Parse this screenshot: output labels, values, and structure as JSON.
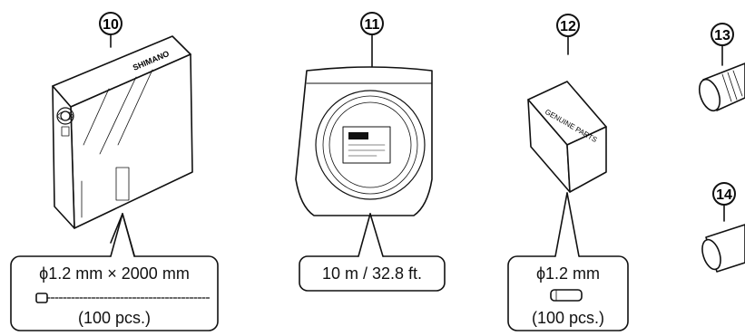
{
  "items": [
    {
      "number": "10",
      "spec": "ϕ1.2 mm × 2000 mm",
      "qty": "(100 pcs.)",
      "box_brand": "SHIMANO"
    },
    {
      "number": "11",
      "spec": "10 m / 32.8 ft."
    },
    {
      "number": "12",
      "spec": "ϕ1.2 mm",
      "qty": "(100 pcs.)",
      "box_text": "GENUINE PARTS"
    },
    {
      "number": "13"
    },
    {
      "number": "14"
    }
  ],
  "colors": {
    "line": "#111111",
    "background": "#ffffff"
  },
  "icons": [
    "cable-box",
    "coiled-cable-bag",
    "end-cap-box",
    "outer-casing-cap",
    "cable-end-cap"
  ]
}
